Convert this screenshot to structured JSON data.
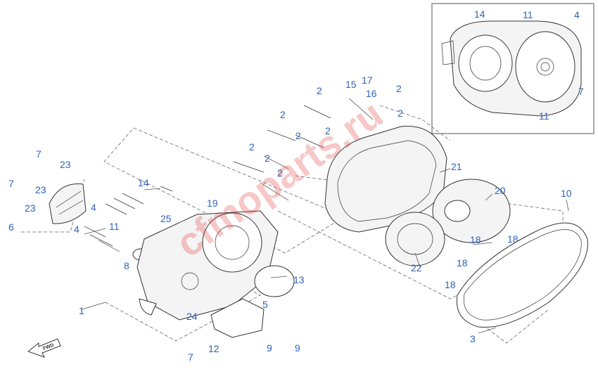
{
  "watermark": "cfmoparts.ru",
  "fwd_label": "FWD",
  "callouts": {
    "c1": "1",
    "c2a": "2",
    "c2b": "2",
    "c2c": "2",
    "c2d": "2",
    "c2e": "2",
    "c2f": "2",
    "c2g": "2",
    "c2h": "2",
    "c2i": "2",
    "c3": "3",
    "c4a": "4",
    "c4b": "4",
    "c4c": "4",
    "c5": "5",
    "c6": "6",
    "c7a": "7",
    "c7b": "7",
    "c7c": "7",
    "c7d": "7",
    "c8": "8",
    "c9a": "9",
    "c9b": "9",
    "c10": "10",
    "c11a": "11",
    "c11b": "11",
    "c11c": "11",
    "c12": "12",
    "c13": "13",
    "c14a": "14",
    "c14b": "14",
    "c15": "15",
    "c16": "16",
    "c17": "17",
    "c18a": "18",
    "c18b": "18",
    "c18c": "18",
    "c18d": "18",
    "c19": "19",
    "c20": "20",
    "c21": "21",
    "c22": "22",
    "c23a": "23",
    "c23b": "23",
    "c23c": "23",
    "c24": "24",
    "c25": "25"
  },
  "colors": {
    "callout": "#2f63b6",
    "watermark": "#e23b3b"
  }
}
